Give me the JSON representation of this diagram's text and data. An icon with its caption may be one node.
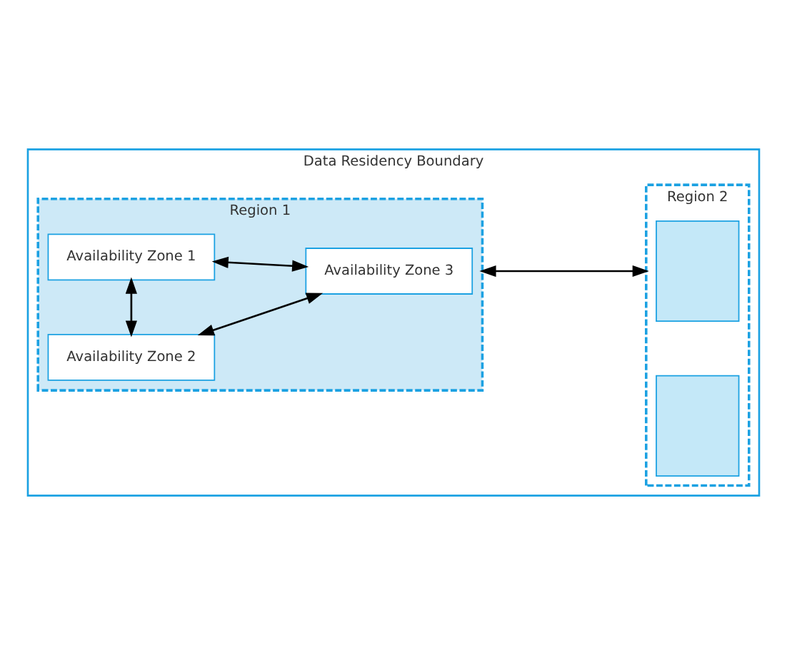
{
  "diagram": {
    "nodes": [
      {
        "text": [
          "Data Residency Boundary"
        ]
      },
      {
        "text": [
          "Region 1"
        ],
        "in": 0
      },
      {
        "text": [
          "Availability Zone 1"
        ],
        "in": 1
      },
      {
        "text": [
          "Availability Zone 3"
        ],
        "in": 1
      },
      {
        "text": [
          "Availability Zone 2"
        ],
        "in": 1
      },
      {
        "text": [
          "Region 2"
        ],
        "in": 0
      },
      {
        "text": [],
        "shape": "box",
        "in": 5
      },
      {
        "text": [],
        "shape": "box",
        "in": 5
      }
    ],
    "edges": [
      {
        "from": 2,
        "to": 3,
        "arrow": "both"
      },
      {
        "from": 2,
        "to": 4,
        "arrow": "both"
      },
      {
        "from": 4,
        "to": 3,
        "arrow": "both"
      },
      {
        "from": 1,
        "to": 5,
        "arrow": "both"
      }
    ]
  }
}
